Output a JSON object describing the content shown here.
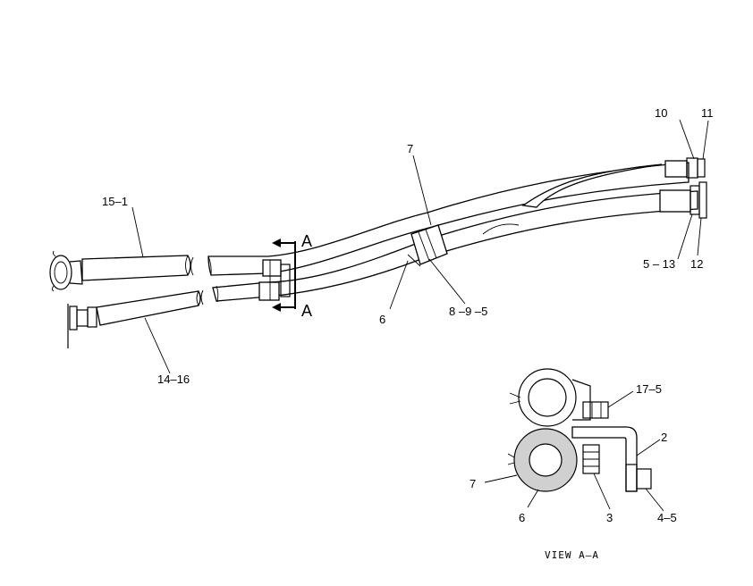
{
  "colors": {
    "ink": "#000000",
    "paper": "#ffffff",
    "shade": "#d0d0d0"
  },
  "labels": {
    "l10": "10",
    "l11": "11",
    "l7top": "7",
    "l15_1": "15–1",
    "l5_13": "5 – 13",
    "l12": "12",
    "l6main": "6",
    "l8_9_5": "8 –9 –5",
    "l14_16": "14–16",
    "l17_5": "17–5",
    "l2": "2",
    "l7view": "7",
    "l6view": "6",
    "l3": "3",
    "l4_5": "4–5"
  },
  "section": {
    "top_letter": "A",
    "bottom_letter": "A"
  },
  "view_caption": "VIEW  A–A"
}
